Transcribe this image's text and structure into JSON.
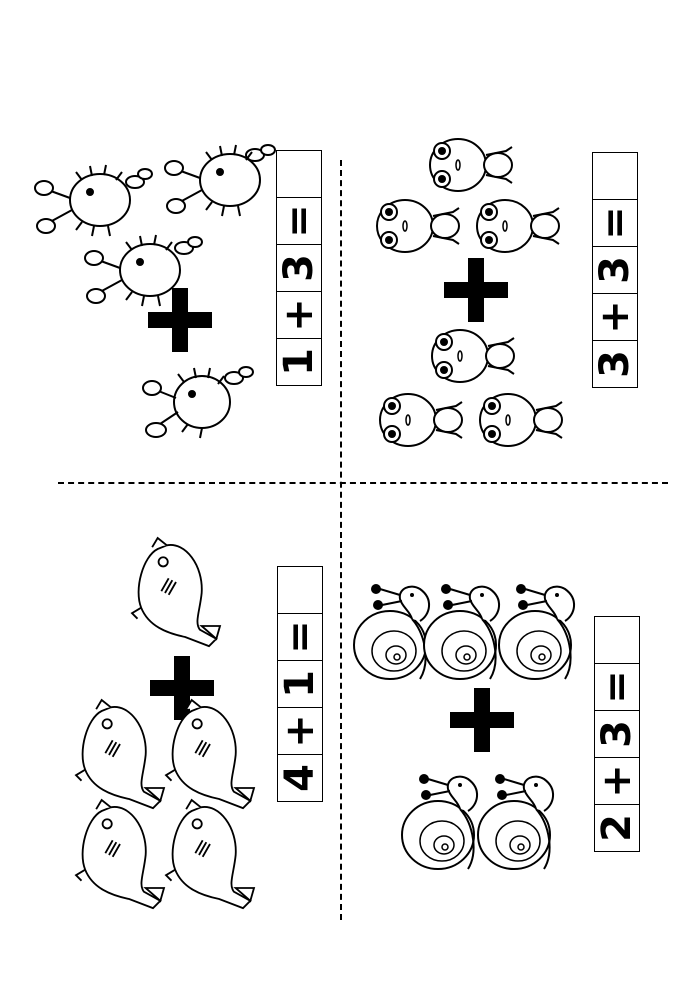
{
  "worksheet": {
    "problems": [
      {
        "id": "scorpions",
        "first": "1",
        "op": "+",
        "second": "3",
        "eq": "=",
        "answer": "",
        "animal_icon": "scorpion-icon"
      },
      {
        "id": "frogs",
        "first": "3",
        "op": "+",
        "second": "3",
        "eq": "=",
        "answer": "",
        "animal_icon": "frog-icon"
      },
      {
        "id": "fish",
        "first": "4",
        "op": "+",
        "second": "1",
        "eq": "=",
        "answer": "",
        "animal_icon": "fish-icon"
      },
      {
        "id": "snails",
        "first": "2",
        "op": "+",
        "second": "3",
        "eq": "=",
        "answer": "",
        "animal_icon": "snail-icon"
      }
    ],
    "colors": {
      "ink": "#000000",
      "paper": "#ffffff"
    }
  }
}
